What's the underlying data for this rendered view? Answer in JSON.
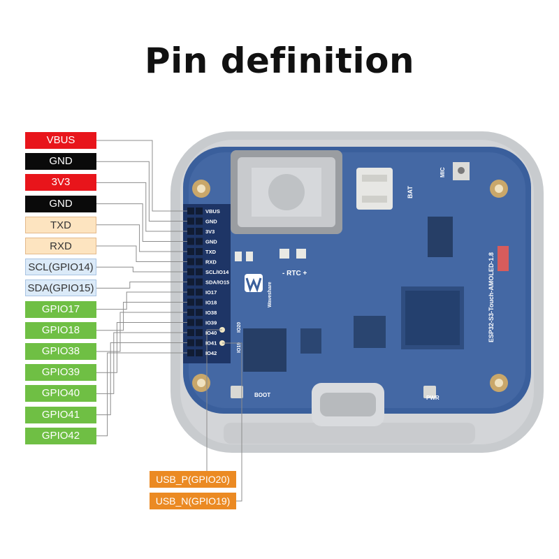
{
  "title": "Pin definition",
  "colors": {
    "power": "#e8151b",
    "ground": "#0a0a0a",
    "uart": "#fde4c0",
    "i2c": "#dbeaf8",
    "gpio": "#6fbf44",
    "usb": "#eb8a23",
    "board": "#2c4f8a",
    "case": "#b9bcc0"
  },
  "pins": [
    {
      "label": "VBUS",
      "type": "power",
      "header": "VBUS"
    },
    {
      "label": "GND",
      "type": "ground",
      "header": "GND"
    },
    {
      "label": "3V3",
      "type": "power",
      "header": "3V3"
    },
    {
      "label": "GND",
      "type": "ground",
      "header": "GND"
    },
    {
      "label": "TXD",
      "type": "uart",
      "header": "TXD"
    },
    {
      "label": "RXD",
      "type": "uart",
      "header": "RXD"
    },
    {
      "label": "SCL(GPIO14)",
      "type": "i2c",
      "header": "SCL/IO14"
    },
    {
      "label": "SDA(GPIO15)",
      "type": "i2c",
      "header": "SDA/IO15"
    },
    {
      "label": "GPIO17",
      "type": "gpio",
      "header": "IO17"
    },
    {
      "label": "GPIO18",
      "type": "gpio",
      "header": "IO18"
    },
    {
      "label": "GPIO38",
      "type": "gpio",
      "header": "IO38"
    },
    {
      "label": "GPIO39",
      "type": "gpio",
      "header": "IO39"
    },
    {
      "label": "GPIO40",
      "type": "gpio",
      "header": "IO40"
    },
    {
      "label": "GPIO41",
      "type": "gpio",
      "header": "IO41"
    },
    {
      "label": "GPIO42",
      "type": "gpio",
      "header": "IO42"
    }
  ],
  "usb_pins": [
    {
      "label": "USB_P(GPIO20)",
      "header": "IO20"
    },
    {
      "label": "USB_N(GPIO19)",
      "header": "IO19"
    }
  ],
  "board": {
    "model": "ESP32-S3-Touch-AMOLED-1.8",
    "brand": "Waveshare",
    "bat": "BAT",
    "mic": "MIC",
    "rtc": "- RTC +",
    "boot": "BOOT",
    "pwr": "PWR"
  }
}
